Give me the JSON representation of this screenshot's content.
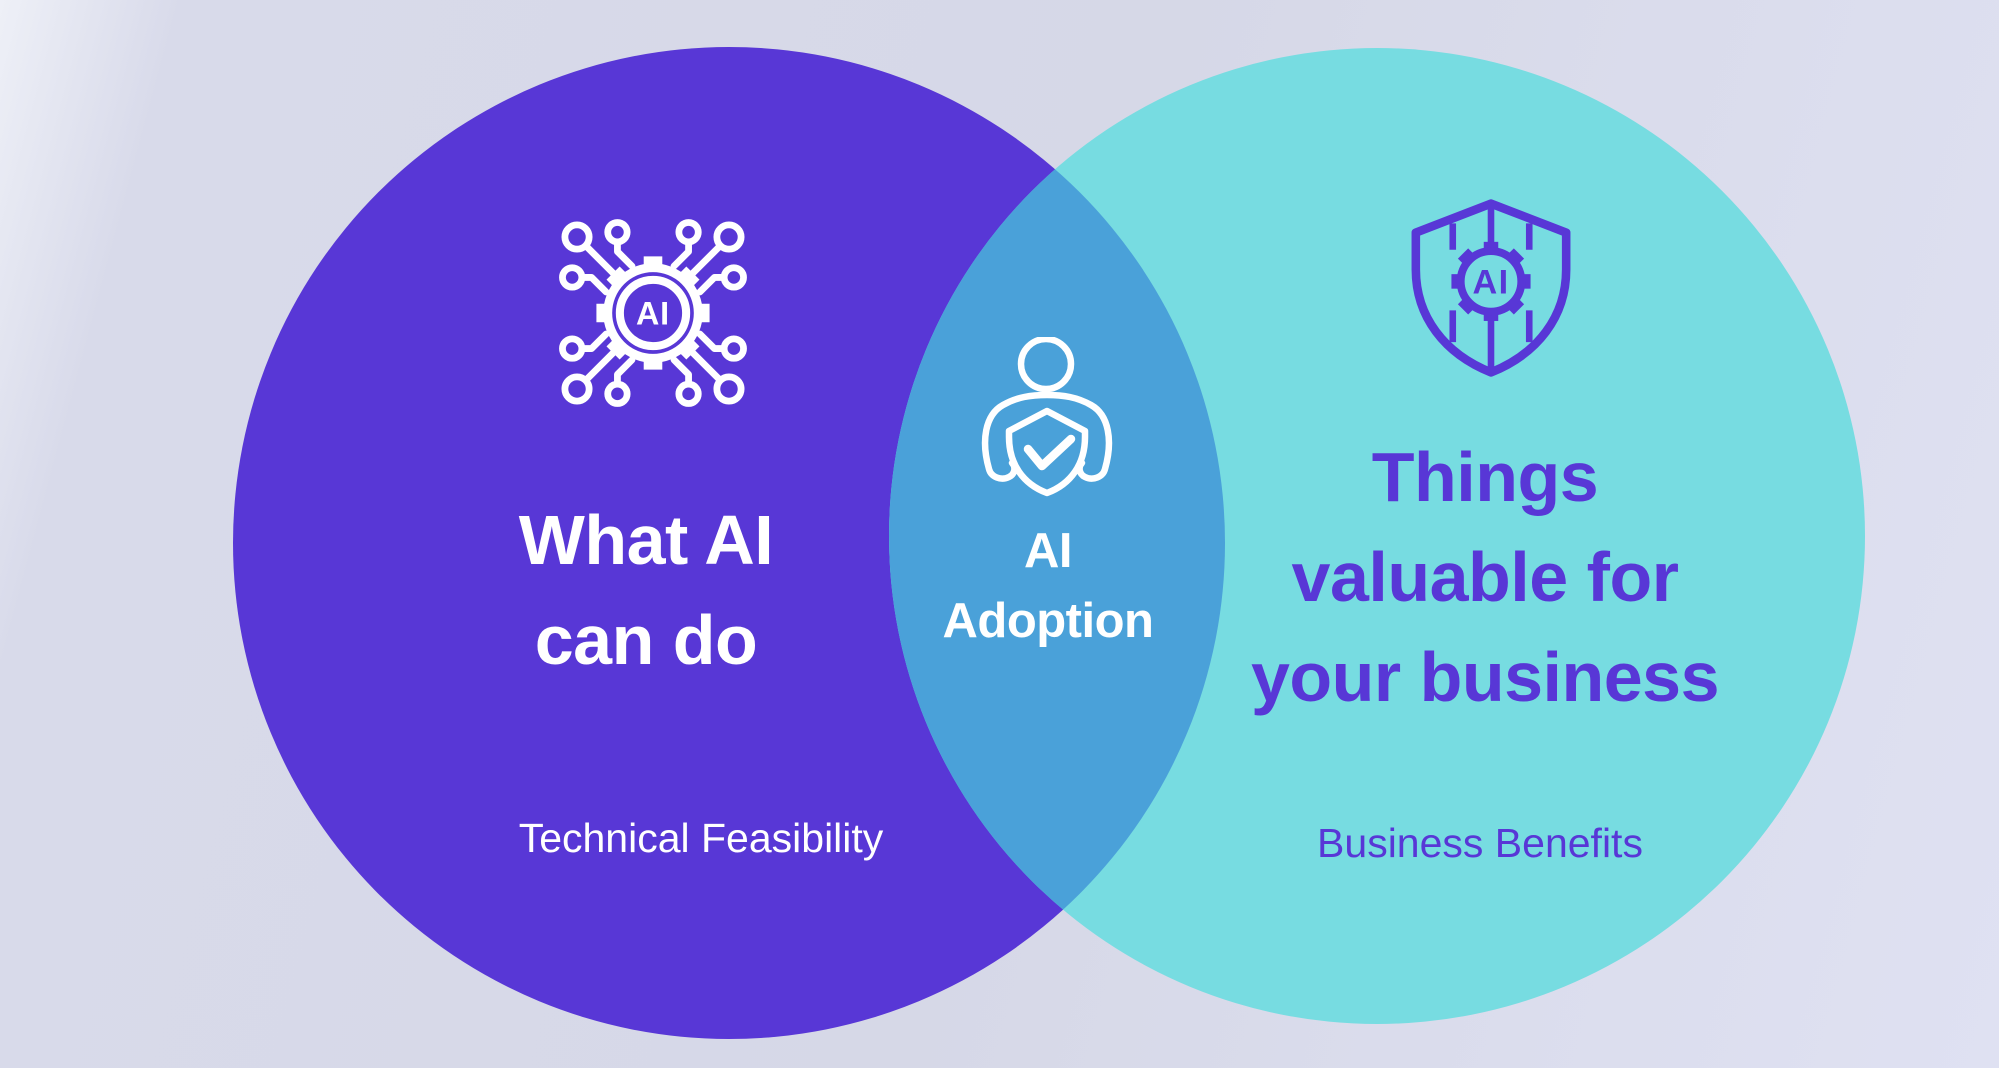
{
  "palette": {
    "background_left_edge": "#eef0f7",
    "background_main": "#d7d9e8",
    "background_right": "#dfe1f2",
    "purple": "#5837d6",
    "teal": "#77dce1",
    "overlap_blue": "#4aa1d9",
    "white": "#ffffff"
  },
  "venn": {
    "left": {
      "icon": "ai-chip-gear-icon",
      "icon_label": "AI",
      "title_lines": [
        "What AI",
        "can do"
      ],
      "caption": "Technical Feasibility"
    },
    "overlap": {
      "icon": "person-shield-check-icon",
      "title_lines": [
        "AI",
        "Adoption"
      ]
    },
    "right": {
      "icon": "ai-shield-gear-icon",
      "icon_label": "AI",
      "title_lines": [
        "Things",
        "valuable for",
        "your business"
      ],
      "caption": "Business Benefits"
    }
  }
}
